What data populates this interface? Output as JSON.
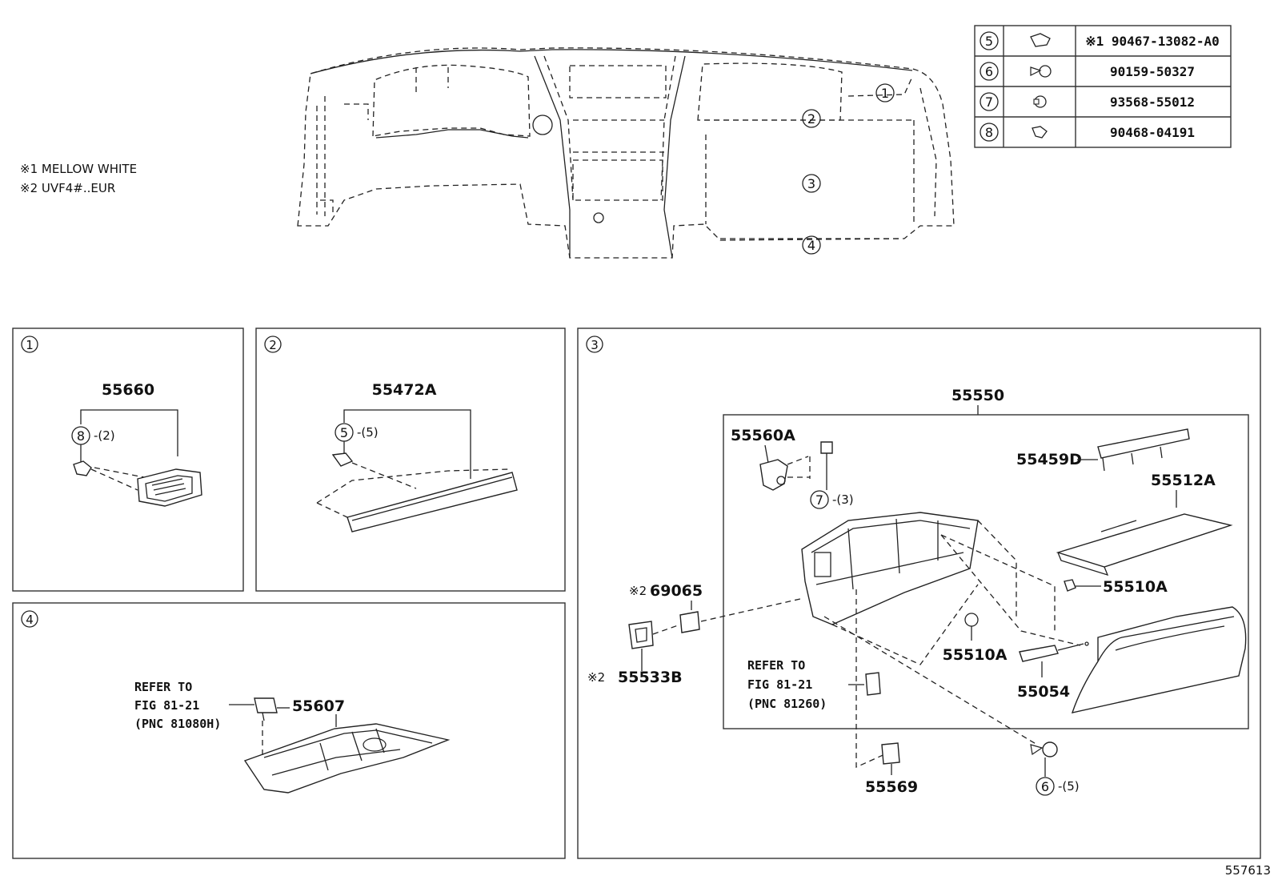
{
  "notes": {
    "note1": "※1 MELLOW WHITE",
    "note2": "※2 UVF4#..EUR"
  },
  "overview_callouts": [
    "1",
    "2",
    "3",
    "4"
  ],
  "fastener_table": [
    {
      "ref": "5",
      "icon": "clip-icon",
      "part": "※1 90467-13082-A0"
    },
    {
      "ref": "6",
      "icon": "screw-icon",
      "part": "90159-50327"
    },
    {
      "ref": "7",
      "icon": "rivet-icon",
      "part": "93568-55012"
    },
    {
      "ref": "8",
      "icon": "nut-clip-icon",
      "part": "90468-04191"
    }
  ],
  "panel1": {
    "id": "1",
    "part": "55660",
    "fastener_ref": "8",
    "fastener_qty": "-(2)"
  },
  "panel2": {
    "id": "2",
    "part": "55472A",
    "fastener_ref": "5",
    "fastener_qty": "-(5)"
  },
  "panel3": {
    "id": "3",
    "assembly": "55550",
    "parts": {
      "p55560A": "55560A",
      "p55459D": "55459D",
      "p55512A": "55512A",
      "p55510A_right": "55510A",
      "p55510A_mid": "55510A",
      "p55054": "55054",
      "p69065": "69065",
      "p69065_mark": "※2",
      "p55533B": "55533B",
      "p55533B_mark": "※2",
      "p55569": "55569"
    },
    "fastener7_ref": "7",
    "fastener7_qty": "-(3)",
    "fastener6_ref": "6",
    "fastener6_qty": "-(5)",
    "refer": [
      "REFER TO",
      "FIG 81-21",
      "(PNC 81260)"
    ]
  },
  "panel4": {
    "id": "4",
    "part": "55607",
    "refer": [
      "REFER TO",
      "FIG 81-21",
      "(PNC 81080H)"
    ]
  },
  "diagram_id": "557613"
}
